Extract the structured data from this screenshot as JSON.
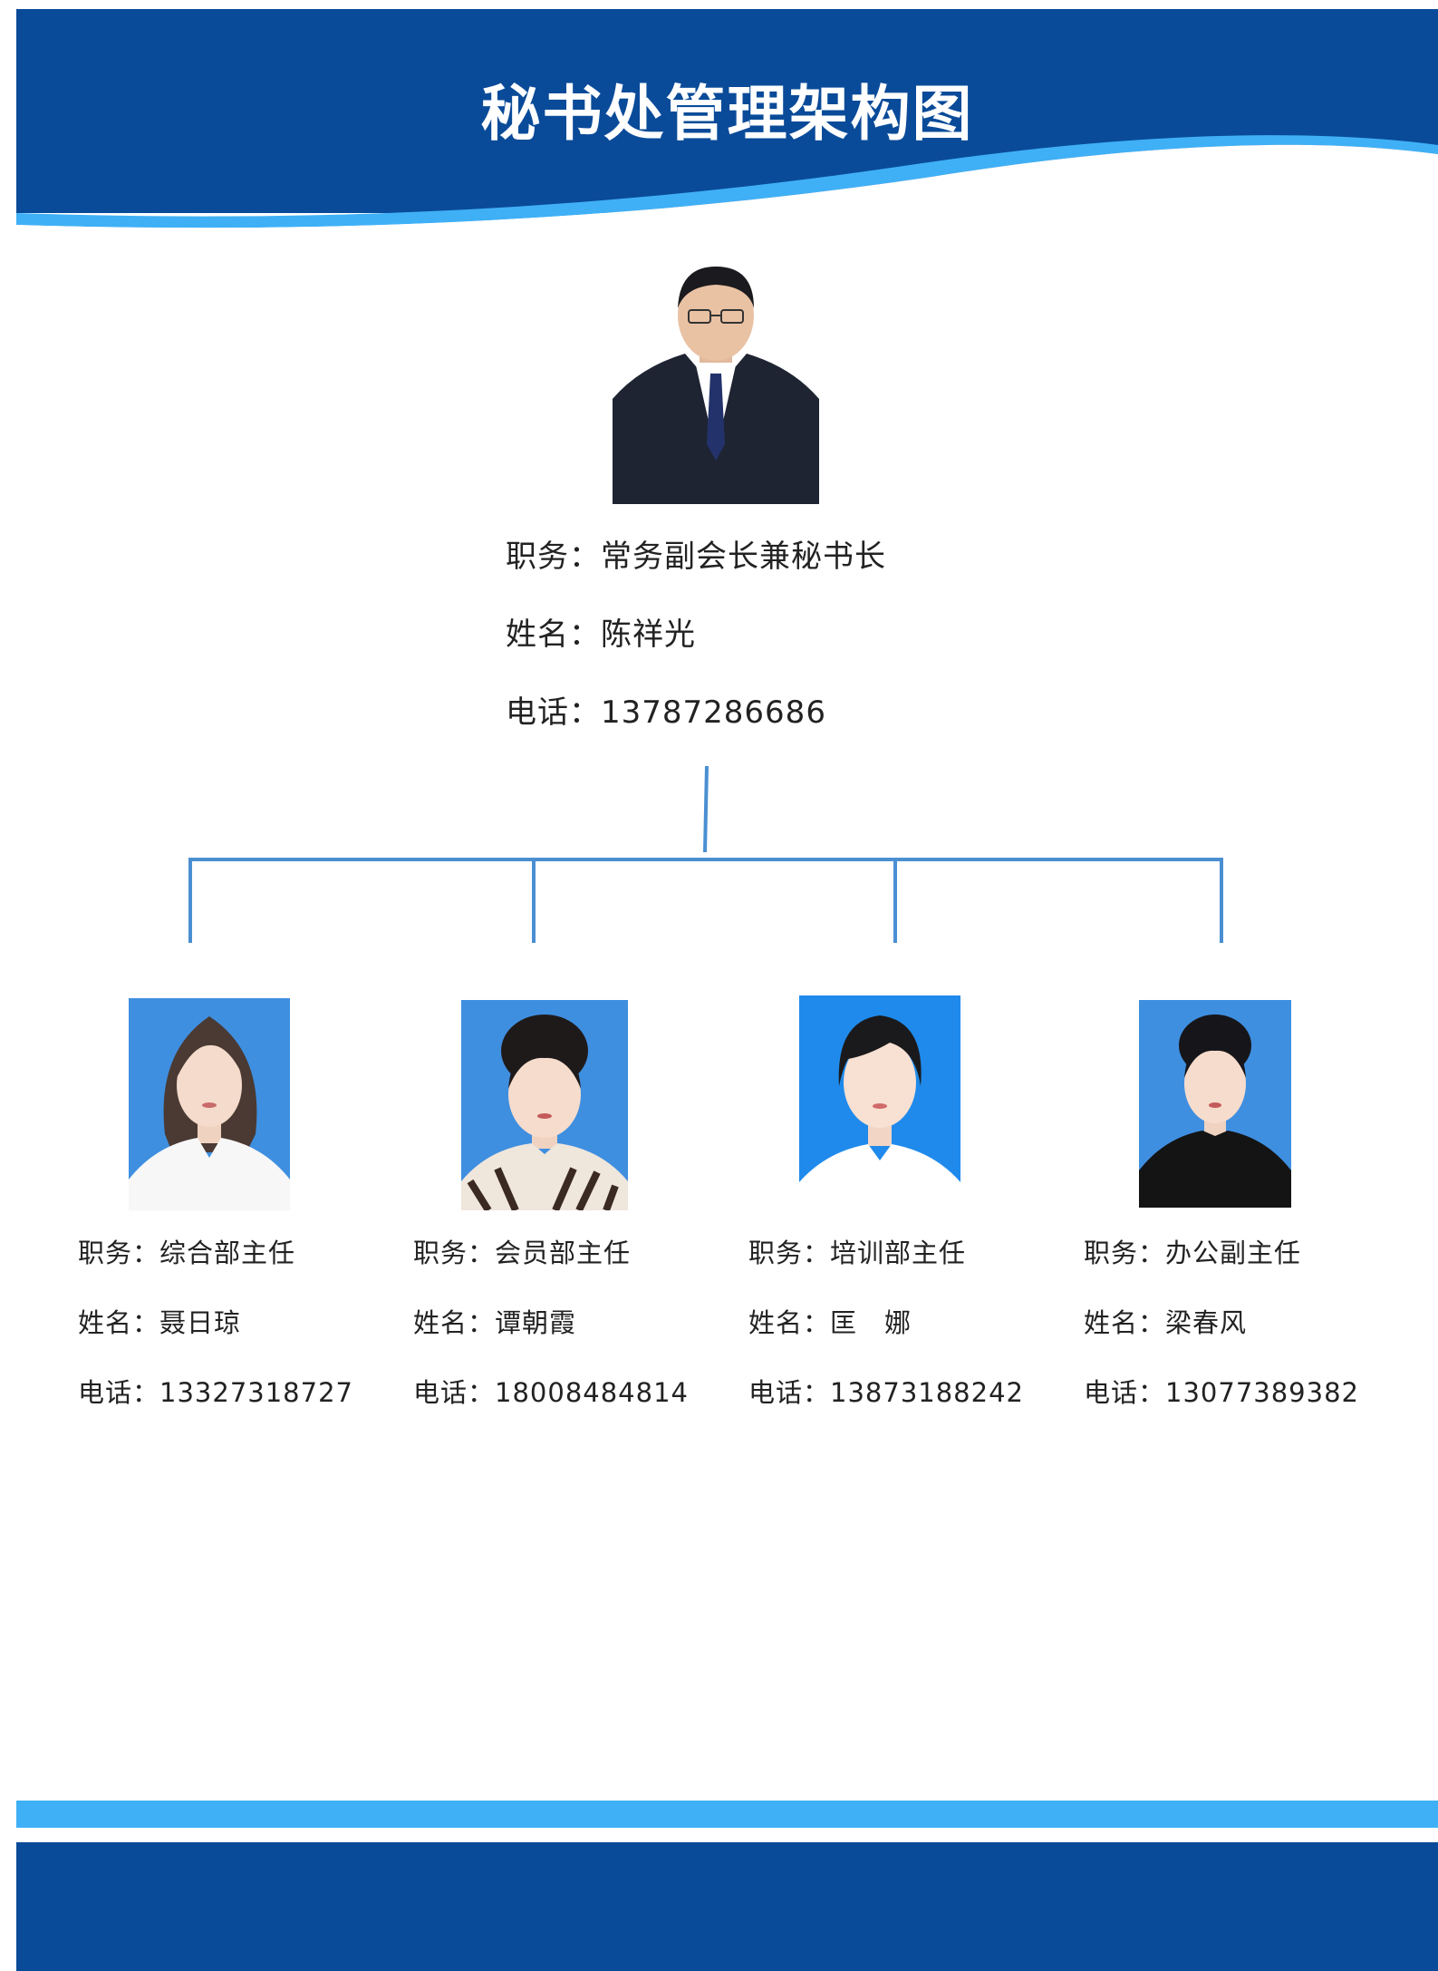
{
  "title": "秘书处管理架构图",
  "colors": {
    "header_dark": "#0a4b99",
    "header_light": "#3fb0f6",
    "connector": "#4a8fd2",
    "photo_bg_blue": "#3f8fe0"
  },
  "head": {
    "position_label": "职务：",
    "position": "常务副会长兼秘书长",
    "name_label": "姓名：",
    "name": "陈祥光",
    "phone_label": "电话：",
    "phone": "13787286686"
  },
  "members": [
    {
      "position_label": "职务：",
      "position": "综合部主任",
      "name_label": "姓名：",
      "name": "聂日琼",
      "phone_label": "电话：",
      "phone": "13327318727"
    },
    {
      "position_label": "职务：",
      "position": "会员部主任",
      "name_label": "姓名：",
      "name": "谭朝霞",
      "phone_label": "电话：",
      "phone": "18008484814"
    },
    {
      "position_label": "职务：",
      "position": "培训部主任",
      "name_label": "姓名：",
      "name": "匡　娜",
      "phone_label": "电话：",
      "phone": "13873188242"
    },
    {
      "position_label": "职务：",
      "position": "办公副主任",
      "name_label": "姓名：",
      "name": "梁春风",
      "phone_label": "电话：",
      "phone": "13077389382"
    }
  ]
}
